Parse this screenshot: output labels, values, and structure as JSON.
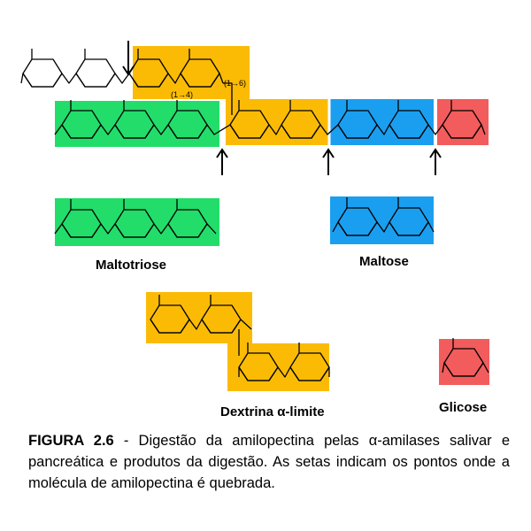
{
  "colors": {
    "maltotriose": "#22dd6a",
    "maltose": "#1a9ff0",
    "dextrin": "#fbbb05",
    "glucose": "#f25c5c",
    "line": "#000000"
  },
  "bond_labels": {
    "alpha_1_4": "(1→4)",
    "alpha_1_6": "(1→6)"
  },
  "products": {
    "maltotriose": "Maltotriose",
    "maltose": "Maltose",
    "dextrin": "Dextrina α-limite",
    "glucose": "Glicose"
  },
  "caption": {
    "figure_label": "FIGURA 2.6",
    "text": " - Digestão da amilopectina pelas α-amilases salivar e pancreática e produtos da digestão. As setas indicam os pontos onde a molécula de amilopectina é quebrada."
  },
  "icons": [
    "cleavage-arrow-icon",
    "glucose-ring-icon"
  ]
}
